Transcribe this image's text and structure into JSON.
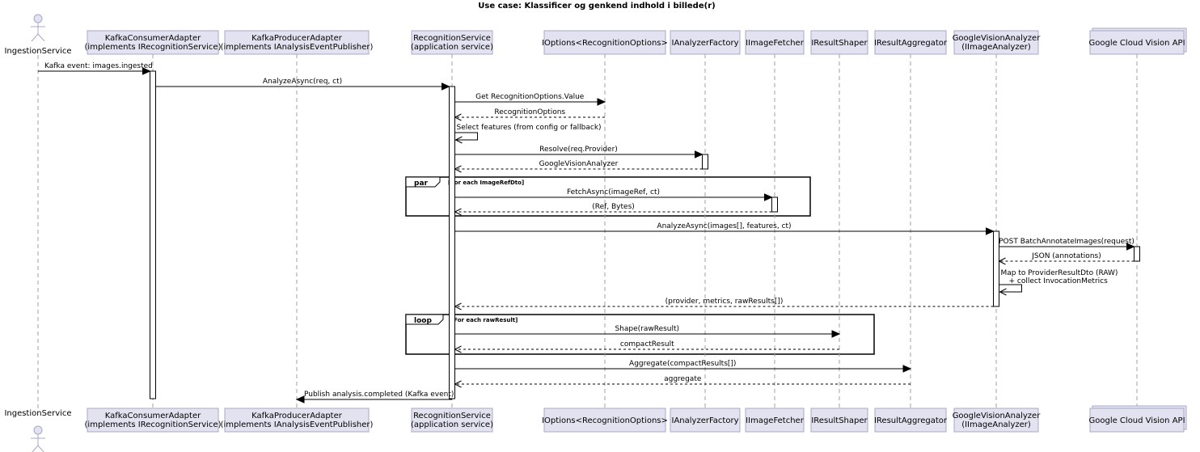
{
  "title": "Use case: Klassificer og genkend indhold i billede(r)",
  "participants": [
    {
      "id": "ingestion",
      "kind": "actor",
      "lines": [
        "IngestionService"
      ]
    },
    {
      "id": "kafkaConsumer",
      "kind": "box",
      "lines": [
        "KafkaConsumerAdapter",
        "(implements IRecognitionService)"
      ]
    },
    {
      "id": "kafkaProducer",
      "kind": "box",
      "lines": [
        "KafkaProducerAdapter",
        "(implements IAnalysisEventPublisher)"
      ]
    },
    {
      "id": "recognition",
      "kind": "box",
      "lines": [
        "RecognitionService",
        "(application service)"
      ]
    },
    {
      "id": "options",
      "kind": "box",
      "lines": [
        "IOptions<RecognitionOptions>"
      ]
    },
    {
      "id": "analyzerFactory",
      "kind": "box",
      "lines": [
        "IAnalyzerFactory"
      ]
    },
    {
      "id": "imageFetcher",
      "kind": "box",
      "lines": [
        "IImageFetcher"
      ]
    },
    {
      "id": "resultShaper",
      "kind": "box",
      "lines": [
        "IResultShaper"
      ]
    },
    {
      "id": "resultAggregator",
      "kind": "box",
      "lines": [
        "IResultAggregator"
      ]
    },
    {
      "id": "googleVision",
      "kind": "box",
      "lines": [
        "GoogleVisionAnalyzer",
        "(IImageAnalyzer)"
      ]
    },
    {
      "id": "cloudVision",
      "kind": "collections",
      "lines": [
        "Google Cloud Vision API"
      ]
    }
  ],
  "messages": [
    {
      "from": "ingestion",
      "to": "kafkaConsumer",
      "type": "sync",
      "lines": [
        "Kafka event: images.ingested"
      ]
    },
    {
      "from": "kafkaConsumer",
      "to": "recognition",
      "type": "sync",
      "lines": [
        "AnalyzeAsync(req, ct)"
      ]
    },
    {
      "from": "recognition",
      "to": "options",
      "type": "sync",
      "lines": [
        "Get RecognitionOptions.Value"
      ]
    },
    {
      "from": "options",
      "to": "recognition",
      "type": "return",
      "lines": [
        "RecognitionOptions"
      ]
    },
    {
      "from": "recognition",
      "to": "recognition",
      "type": "self",
      "lines": [
        "Select features (from config or fallback)"
      ]
    },
    {
      "from": "recognition",
      "to": "analyzerFactory",
      "type": "sync",
      "lines": [
        "Resolve(req.Provider)"
      ]
    },
    {
      "from": "analyzerFactory",
      "to": "recognition",
      "type": "return",
      "lines": [
        "GoogleVisionAnalyzer"
      ]
    },
    {
      "from": "recognition",
      "to": "imageFetcher",
      "type": "sync",
      "lines": [
        "FetchAsync(imageRef, ct)"
      ]
    },
    {
      "from": "imageFetcher",
      "to": "recognition",
      "type": "return",
      "lines": [
        "(Ref, Bytes)"
      ]
    },
    {
      "from": "recognition",
      "to": "googleVision",
      "type": "sync",
      "lines": [
        "AnalyzeAsync(images[], features, ct)"
      ]
    },
    {
      "from": "googleVision",
      "to": "cloudVision",
      "type": "sync",
      "lines": [
        "POST BatchAnnotateImages(request)"
      ]
    },
    {
      "from": "cloudVision",
      "to": "googleVision",
      "type": "return",
      "lines": [
        "JSON (annotations)"
      ]
    },
    {
      "from": "googleVision",
      "to": "googleVision",
      "type": "self",
      "lines": [
        "Map to ProviderResultDto (RAW)",
        "+ collect InvocationMetrics"
      ]
    },
    {
      "from": "googleVision",
      "to": "recognition",
      "type": "return",
      "lines": [
        "(provider, metrics, rawResults[])"
      ]
    },
    {
      "from": "recognition",
      "to": "resultShaper",
      "type": "sync",
      "lines": [
        "Shape(rawResult)"
      ]
    },
    {
      "from": "resultShaper",
      "to": "recognition",
      "type": "return",
      "lines": [
        "compactResult"
      ]
    },
    {
      "from": "recognition",
      "to": "resultAggregator",
      "type": "sync",
      "lines": [
        "Aggregate(compactResults[])"
      ]
    },
    {
      "from": "resultAggregator",
      "to": "recognition",
      "type": "return",
      "lines": [
        "aggregate"
      ]
    },
    {
      "from": "recognition",
      "to": "kafkaProducer",
      "type": "sync",
      "lines": [
        "Publish analysis.completed (Kafka event)"
      ]
    }
  ],
  "fragments": [
    {
      "kind": "par",
      "condition": "[For each ImageRefDto]"
    },
    {
      "kind": "loop",
      "condition": "[For each rawResult]"
    }
  ]
}
